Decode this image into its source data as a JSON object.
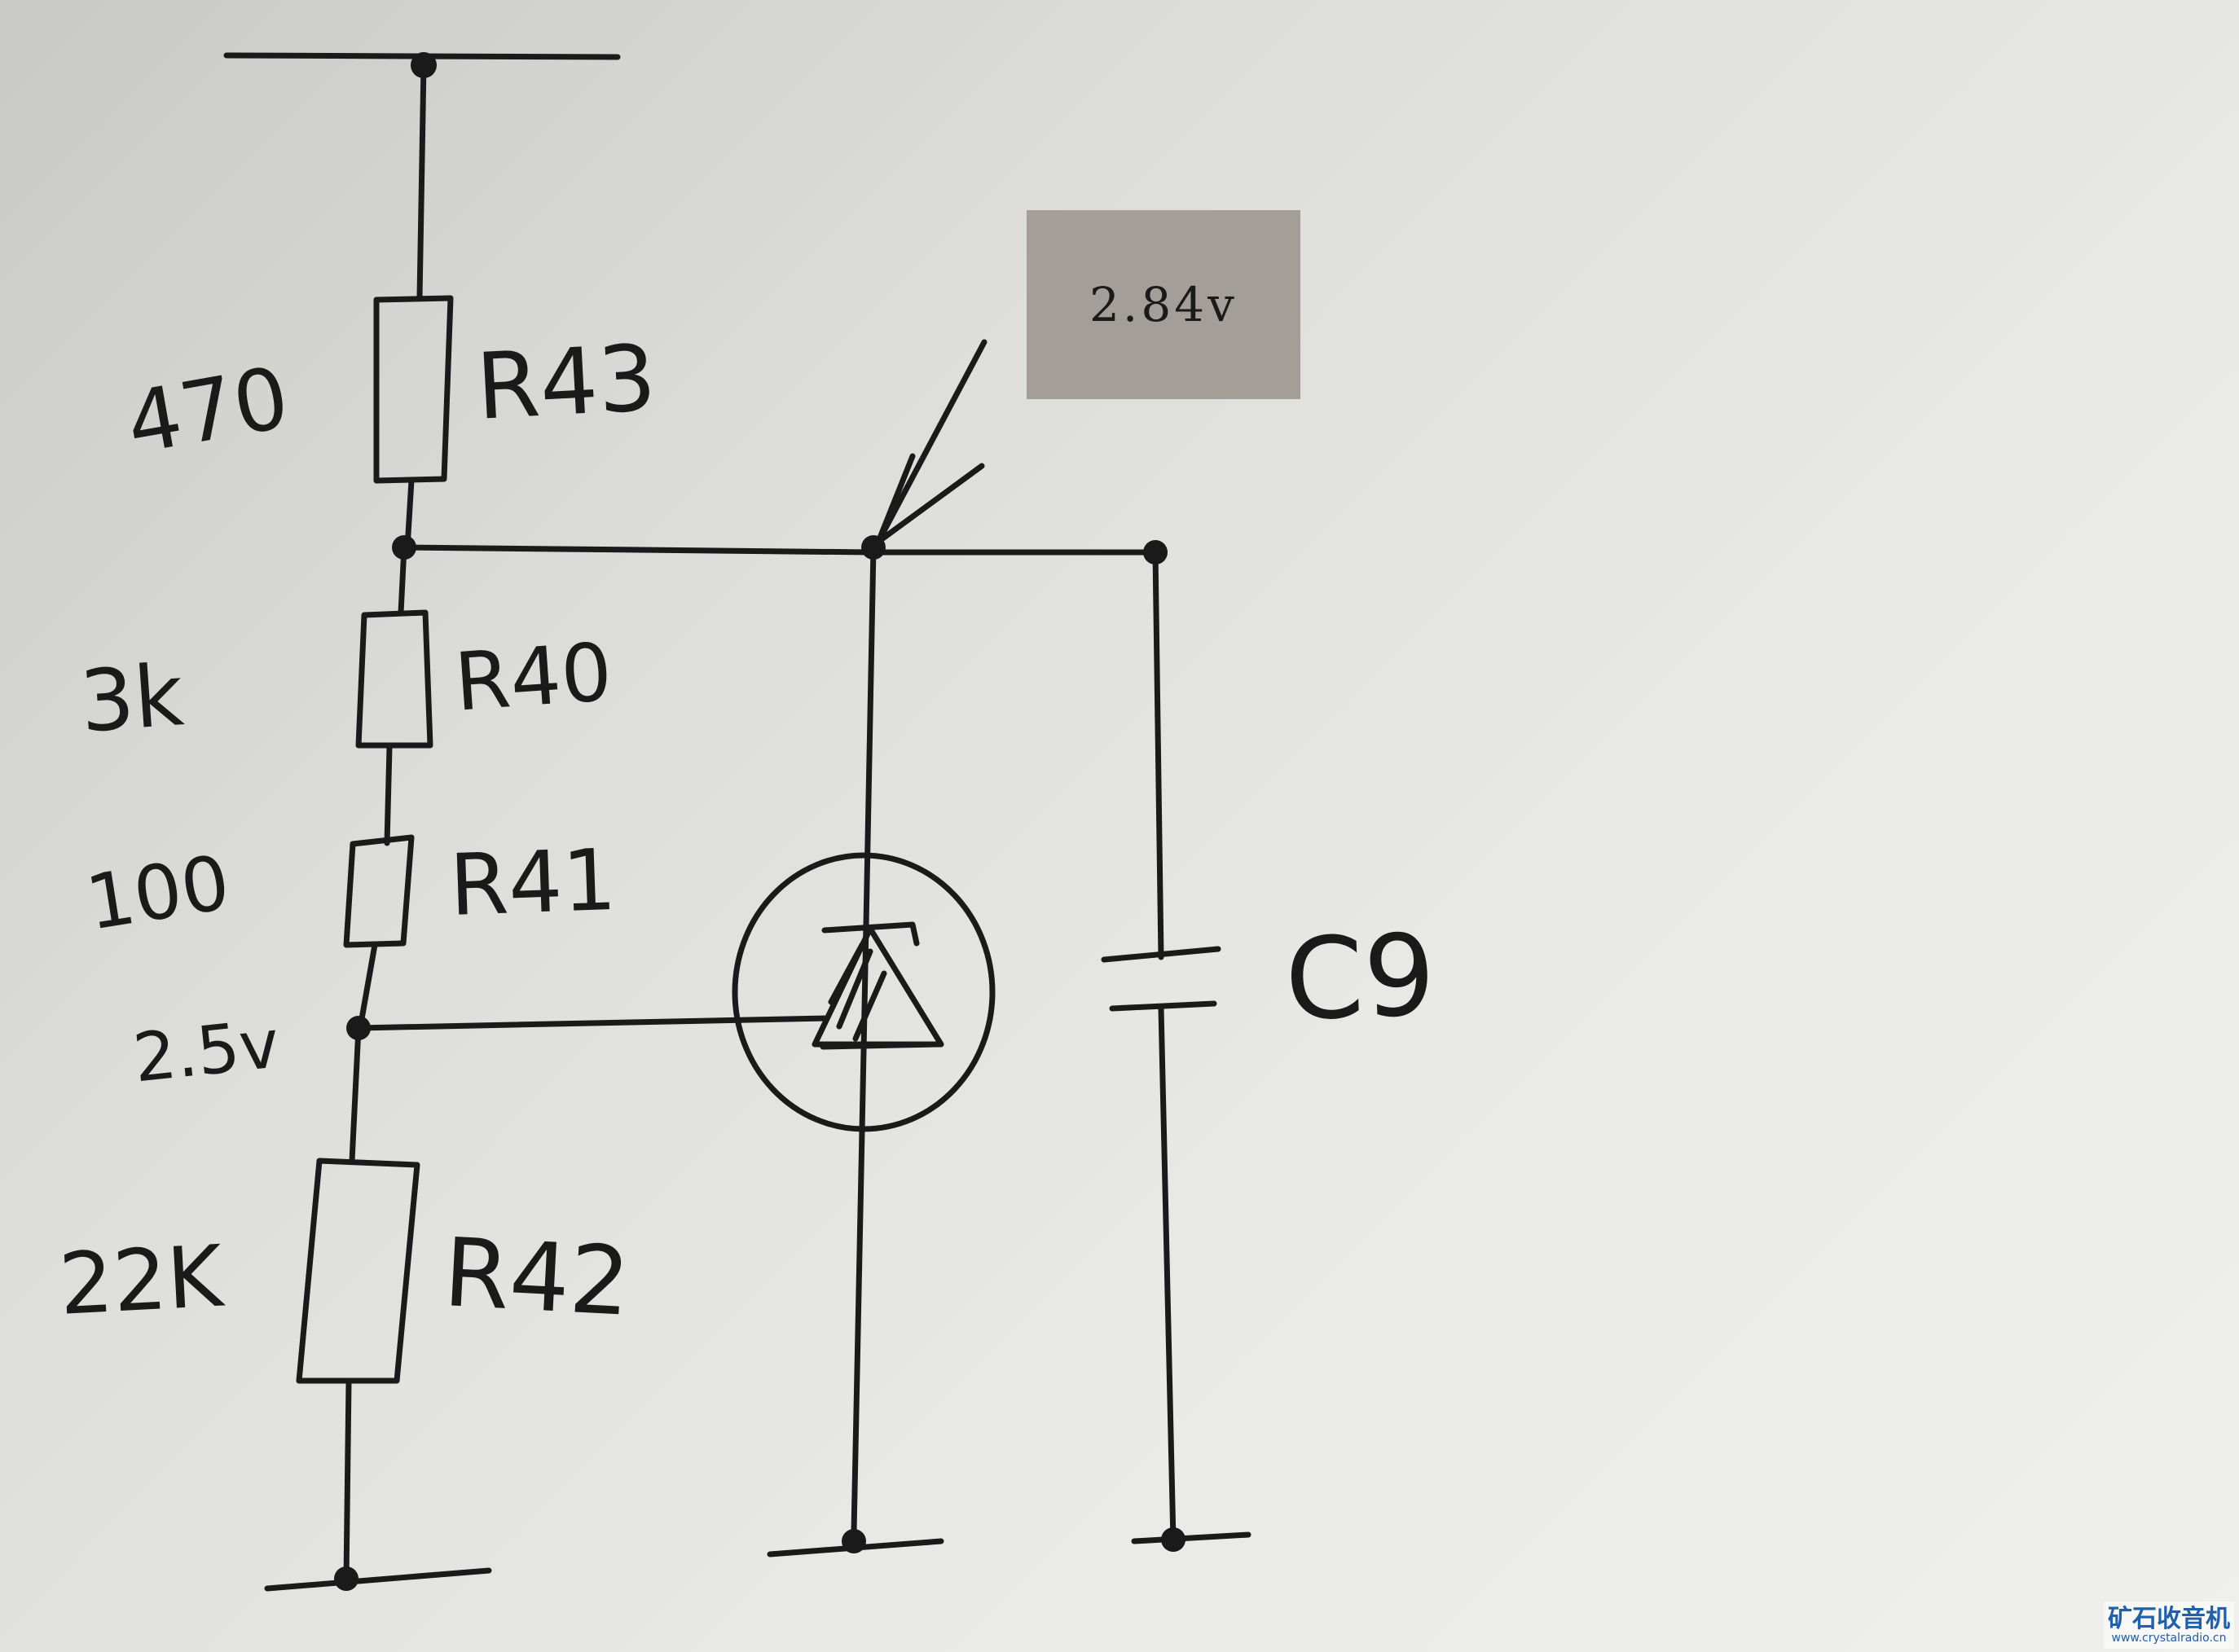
{
  "labels": {
    "r43_value": "470",
    "r43_name": "R43",
    "r40_value": "3k",
    "r40_name": "R40",
    "r41_value": "100",
    "r41_name": "R41",
    "ref_voltage": "2.5v",
    "r42_value": "22K",
    "r42_name": "R42",
    "cap_name": "C9"
  },
  "annotation": {
    "text": "2.84v",
    "background": "#a39f98"
  },
  "watermark": {
    "title": "矿石收音机",
    "url": "www.crystalradio.cn",
    "color": "#1e5fae"
  },
  "colors": {
    "ink": "#1a1a1a",
    "paper": "#e6e6e3"
  },
  "icons": [
    "shunt-regulator-icon",
    "capacitor-icon",
    "resistor-icon",
    "ground-icon",
    "arrow-icon"
  ]
}
